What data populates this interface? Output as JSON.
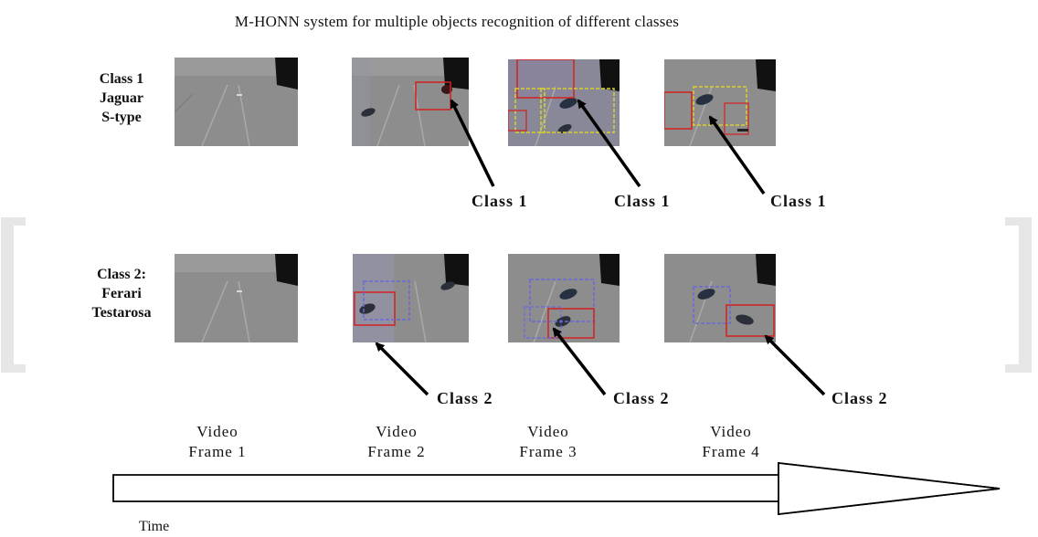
{
  "title": "M-HONN system for multiple objects recognition of different classes",
  "rows": [
    {
      "label": "Class 1\nJaguar\nS-type",
      "callout": "Class 1"
    },
    {
      "label": "Class 2:\nFerari\nTestarosa",
      "callout": "Class 2"
    }
  ],
  "frames": [
    {
      "label": "Video\nFrame 1"
    },
    {
      "label": "Video\nFrame 2"
    },
    {
      "label": "Video\nFrame 3"
    },
    {
      "label": "Video\nFrame 4"
    }
  ],
  "time_label": "Time",
  "colors": {
    "road": "#8c8c8c",
    "detection_red": "#d42020",
    "detection_yellow": "#d8d22a",
    "detection_blue": "#6a6ad8"
  }
}
